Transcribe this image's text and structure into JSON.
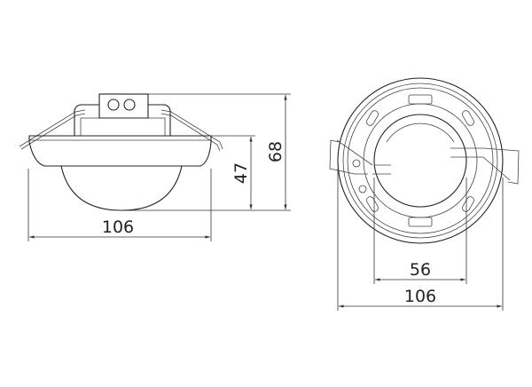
{
  "side_view": {
    "width_label": "106",
    "lens_height_label": "47",
    "total_height_label": "68"
  },
  "top_view": {
    "inner_diameter_label": "56",
    "outer_diameter_label": "106"
  }
}
